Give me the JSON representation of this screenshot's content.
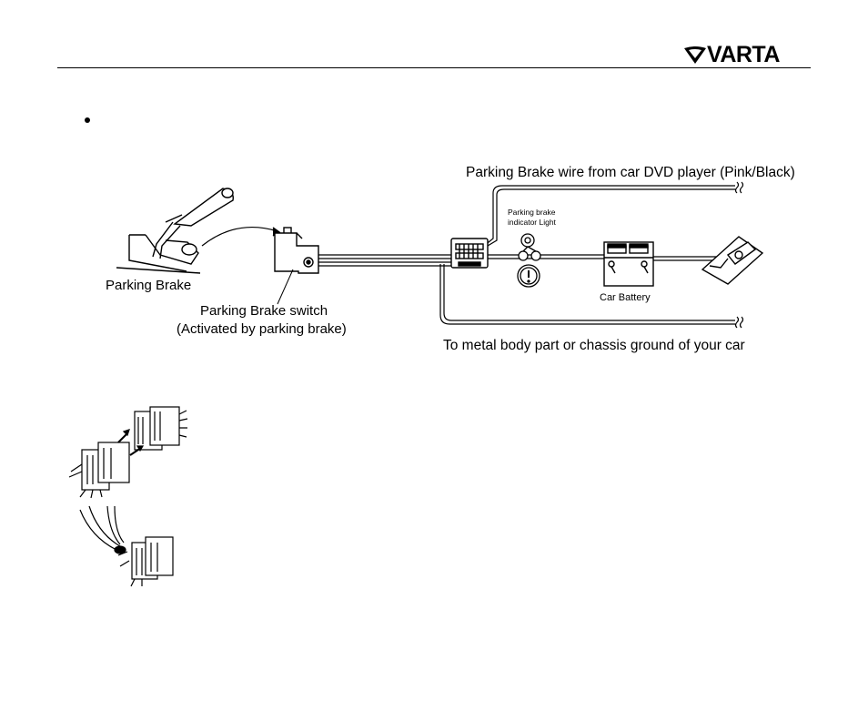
{
  "header": {
    "brand": "VARTA"
  },
  "diagram": {
    "label_parking_brake_wire": "Parking Brake wire from car DVD player (Pink/Black)",
    "label_indicator_1": "Parking brake",
    "label_indicator_2": "indicator Light",
    "label_car_battery": "Car Battery",
    "label_parking_brake": "Parking Brake",
    "label_switch_1": "Parking Brake switch",
    "label_switch_2": "(Activated by parking brake)",
    "label_ground": "To metal body part or chassis ground of your car"
  }
}
